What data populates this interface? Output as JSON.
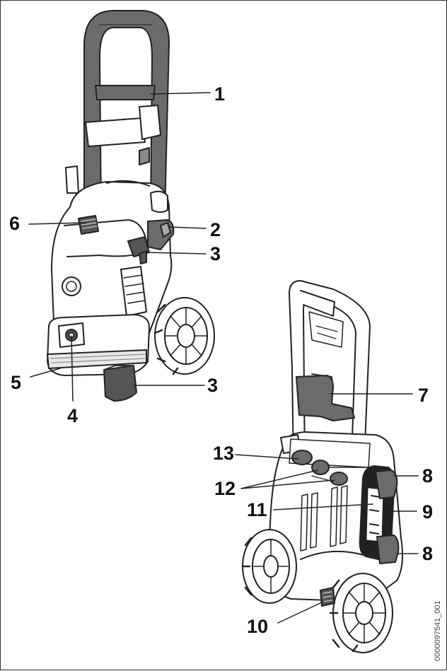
{
  "labels": {
    "l1": "1",
    "l2": "2",
    "l3a": "3",
    "l3b": "3",
    "l4": "4",
    "l5": "5",
    "l6": "6",
    "l7": "7",
    "l8a": "8",
    "l8b": "8",
    "l9": "9",
    "l10": "10",
    "l11": "11",
    "l12": "12",
    "l13": "13"
  },
  "image_code": "0000097541_001",
  "colors": {
    "outline": "#222222",
    "dark_part": "#6b6b6b",
    "body": "#ffffff",
    "light_fill": "#e8e8e8"
  }
}
